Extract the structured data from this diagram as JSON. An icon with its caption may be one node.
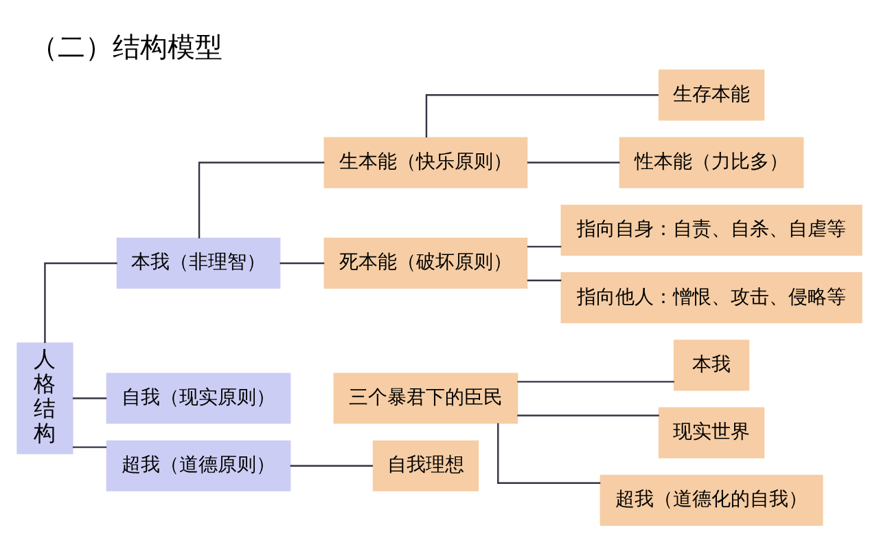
{
  "diagram": {
    "title": "（二）结构模型",
    "nodes": [
      {
        "text": [
          "人格结构"
        ]
      },
      {
        "text": [
          "本我（非理智）"
        ]
      },
      {
        "text": [
          "生本能（快乐原则）"
        ]
      },
      {
        "text": [
          "生存本能"
        ]
      },
      {
        "text": [
          "性本能（力比多）"
        ]
      },
      {
        "text": [
          "死本能（破坏原则）"
        ]
      },
      {
        "text": [
          "指向自身：自责、自杀、自虐等"
        ]
      },
      {
        "text": [
          "指向他人：憎恨、攻击、侵略等"
        ]
      },
      {
        "text": [
          "自我（现实原则）"
        ]
      },
      {
        "text": [
          "三个暴君下的臣民"
        ]
      },
      {
        "text": [
          "本我"
        ]
      },
      {
        "text": [
          "现实世界"
        ]
      },
      {
        "text": [
          "超我（道德化的自我）"
        ]
      },
      {
        "text": [
          "超我（道德原则）"
        ]
      },
      {
        "text": [
          "自我理想"
        ]
      }
    ],
    "edges": [
      {
        "from": 0,
        "to": 1,
        "arrow": "none"
      },
      {
        "from": 1,
        "to": 2,
        "arrow": "none"
      },
      {
        "from": 1,
        "to": 5,
        "arrow": "none"
      },
      {
        "from": 2,
        "to": 3,
        "arrow": "none"
      },
      {
        "from": 2,
        "to": 4,
        "arrow": "none"
      },
      {
        "from": 5,
        "to": 6,
        "arrow": "none"
      },
      {
        "from": 5,
        "to": 7,
        "arrow": "none"
      },
      {
        "from": 0,
        "to": 8,
        "arrow": "none"
      },
      {
        "from": 9,
        "to": 10,
        "arrow": "none"
      },
      {
        "from": 9,
        "to": 11,
        "arrow": "none"
      },
      {
        "from": 9,
        "to": 12,
        "arrow": "none"
      },
      {
        "from": 0,
        "to": 13,
        "arrow": "none"
      },
      {
        "from": 13,
        "to": 14,
        "arrow": "none"
      }
    ]
  }
}
